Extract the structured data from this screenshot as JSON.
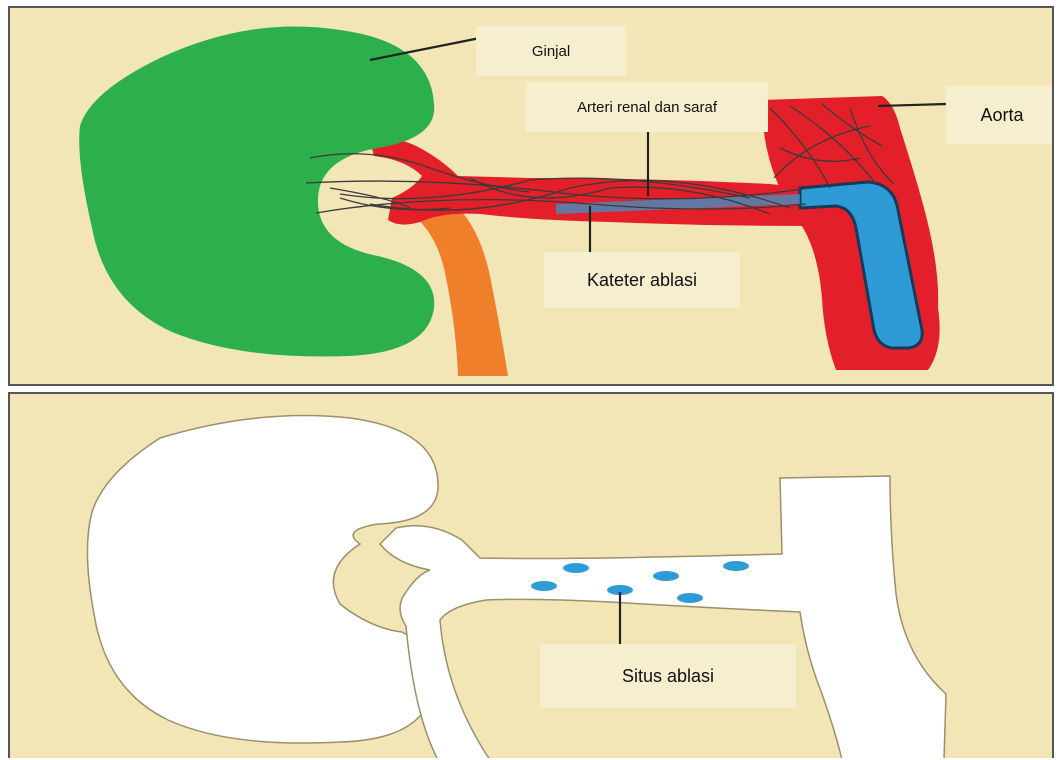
{
  "figure": {
    "top_panel": {
      "labels": {
        "ginjal": "Ginjal",
        "arteri": "Arteri renal dan saraf",
        "aorta": "Aorta",
        "kateter": "Kateter ablasi"
      },
      "colors": {
        "background": "#f3e6b6",
        "kidney": "#2db04b",
        "artery": "#e3202a",
        "catheter": "#2e9bd6",
        "ureter": "#ef7f2a",
        "nerve": "#3a3a3a"
      }
    },
    "bottom_panel": {
      "labels": {
        "situs": "Situs ablasi"
      },
      "colors": {
        "background": "#f3e6b6",
        "outline": "#ffffff",
        "ablation_site": "#2e9bd6"
      }
    }
  }
}
